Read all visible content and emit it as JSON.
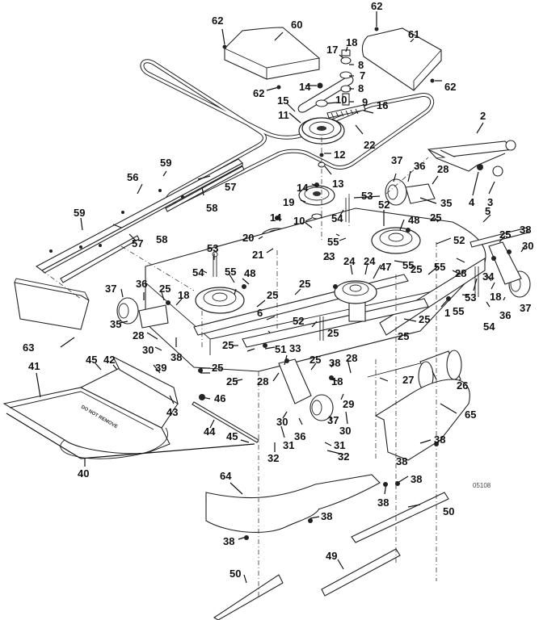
{
  "diagram": {
    "title": "Mower deck exploded parts diagram",
    "drawing_code": "05108",
    "decal_text": "DO NOT REMOVE",
    "callouts": [
      {
        "id": "c62a",
        "label": "62"
      },
      {
        "id": "c60",
        "label": "60"
      },
      {
        "id": "c62b",
        "label": "62"
      },
      {
        "id": "c61",
        "label": "61"
      },
      {
        "id": "c62c",
        "label": "62"
      },
      {
        "id": "c62d",
        "label": "62"
      },
      {
        "id": "c18a",
        "label": "18"
      },
      {
        "id": "c17",
        "label": "17"
      },
      {
        "id": "c8a",
        "label": "8"
      },
      {
        "id": "c7",
        "label": "7"
      },
      {
        "id": "c14a",
        "label": "14"
      },
      {
        "id": "c8b",
        "label": "8"
      },
      {
        "id": "c10a",
        "label": "10"
      },
      {
        "id": "c9",
        "label": "9"
      },
      {
        "id": "c15",
        "label": "15"
      },
      {
        "id": "c16",
        "label": "16"
      },
      {
        "id": "c11",
        "label": "11"
      },
      {
        "id": "c22",
        "label": "22"
      },
      {
        "id": "c12",
        "label": "12"
      },
      {
        "id": "c2",
        "label": "2"
      },
      {
        "id": "c13",
        "label": "13"
      },
      {
        "id": "c59a",
        "label": "59"
      },
      {
        "id": "c56",
        "label": "56"
      },
      {
        "id": "c57a",
        "label": "57"
      },
      {
        "id": "c58a",
        "label": "58"
      },
      {
        "id": "c59b",
        "label": "59"
      },
      {
        "id": "c57b",
        "label": "57"
      },
      {
        "id": "c58b",
        "label": "58"
      },
      {
        "id": "c37a",
        "label": "37"
      },
      {
        "id": "c36a",
        "label": "36"
      },
      {
        "id": "c28a",
        "label": "28"
      },
      {
        "id": "c4",
        "label": "4"
      },
      {
        "id": "c3",
        "label": "3"
      },
      {
        "id": "c35a",
        "label": "35"
      },
      {
        "id": "c14b",
        "label": "14"
      },
      {
        "id": "c19",
        "label": "19"
      },
      {
        "id": "c53a",
        "label": "53"
      },
      {
        "id": "c14c",
        "label": "14"
      },
      {
        "id": "c10b",
        "label": "10"
      },
      {
        "id": "c54a",
        "label": "54"
      },
      {
        "id": "c20",
        "label": "20"
      },
      {
        "id": "c21",
        "label": "21"
      },
      {
        "id": "c52a",
        "label": "52"
      },
      {
        "id": "c48a",
        "label": "48"
      },
      {
        "id": "c25a",
        "label": "25"
      },
      {
        "id": "c5",
        "label": "5"
      },
      {
        "id": "c38a",
        "label": "38"
      },
      {
        "id": "c25b",
        "label": "25"
      },
      {
        "id": "c30a",
        "label": "30"
      },
      {
        "id": "c52b",
        "label": "52"
      },
      {
        "id": "c55a",
        "label": "55"
      },
      {
        "id": "c53b",
        "label": "53"
      },
      {
        "id": "c54b",
        "label": "54"
      },
      {
        "id": "c55b",
        "label": "55"
      },
      {
        "id": "c23",
        "label": "23"
      },
      {
        "id": "c24a",
        "label": "24"
      },
      {
        "id": "c24b",
        "label": "24"
      },
      {
        "id": "c47",
        "label": "47"
      },
      {
        "id": "c55c",
        "label": "55"
      },
      {
        "id": "c28b",
        "label": "28"
      },
      {
        "id": "c34",
        "label": "34"
      },
      {
        "id": "c18b",
        "label": "18"
      },
      {
        "id": "c37b",
        "label": "37"
      },
      {
        "id": "c36b",
        "label": "36"
      },
      {
        "id": "c53c",
        "label": "53"
      },
      {
        "id": "c55d",
        "label": "55"
      },
      {
        "id": "c54c",
        "label": "54"
      },
      {
        "id": "c55e",
        "label": "55"
      },
      {
        "id": "c25c",
        "label": "25"
      },
      {
        "id": "c1",
        "label": "1"
      },
      {
        "id": "c37c",
        "label": "37"
      },
      {
        "id": "c36c",
        "label": "36"
      },
      {
        "id": "c25d",
        "label": "25"
      },
      {
        "id": "c18c",
        "label": "18"
      },
      {
        "id": "c35b",
        "label": "35"
      },
      {
        "id": "c28c",
        "label": "28"
      },
      {
        "id": "c38b",
        "label": "38"
      },
      {
        "id": "c30b",
        "label": "30"
      },
      {
        "id": "c48b",
        "label": "48"
      },
      {
        "id": "c25e",
        "label": "25"
      },
      {
        "id": "c25f",
        "label": "25"
      },
      {
        "id": "c6",
        "label": "6"
      },
      {
        "id": "c52c",
        "label": "52"
      },
      {
        "id": "c25g",
        "label": "25"
      },
      {
        "id": "c25h",
        "label": "25"
      },
      {
        "id": "c25i",
        "label": "25"
      },
      {
        "id": "c51",
        "label": "51"
      },
      {
        "id": "c33",
        "label": "33"
      },
      {
        "id": "c25j",
        "label": "25"
      },
      {
        "id": "c25k",
        "label": "25"
      },
      {
        "id": "c63",
        "label": "63"
      },
      {
        "id": "c45a",
        "label": "45"
      },
      {
        "id": "c42",
        "label": "42"
      },
      {
        "id": "c39",
        "label": "39"
      },
      {
        "id": "c25l",
        "label": "25"
      },
      {
        "id": "c25m",
        "label": "25"
      },
      {
        "id": "c28d",
        "label": "28"
      },
      {
        "id": "c38c",
        "label": "38"
      },
      {
        "id": "c18d",
        "label": "18"
      },
      {
        "id": "c28e",
        "label": "28"
      },
      {
        "id": "c27",
        "label": "27"
      },
      {
        "id": "c26",
        "label": "26"
      },
      {
        "id": "c41",
        "label": "41"
      },
      {
        "id": "c43",
        "label": "43"
      },
      {
        "id": "c46",
        "label": "46"
      },
      {
        "id": "c29",
        "label": "29"
      },
      {
        "id": "c30c",
        "label": "30"
      },
      {
        "id": "c37d",
        "label": "37"
      },
      {
        "id": "c36d",
        "label": "36"
      },
      {
        "id": "c30d",
        "label": "30"
      },
      {
        "id": "c65",
        "label": "65"
      },
      {
        "id": "c44",
        "label": "44"
      },
      {
        "id": "c45b",
        "label": "45"
      },
      {
        "id": "c31a",
        "label": "31"
      },
      {
        "id": "c31b",
        "label": "31"
      },
      {
        "id": "c38d",
        "label": "38"
      },
      {
        "id": "c32a",
        "label": "32"
      },
      {
        "id": "c32b",
        "label": "32"
      },
      {
        "id": "c40",
        "label": "40"
      },
      {
        "id": "c64",
        "label": "64"
      },
      {
        "id": "c38e",
        "label": "38"
      },
      {
        "id": "c38f",
        "label": "38"
      },
      {
        "id": "c38g",
        "label": "38"
      },
      {
        "id": "c50a",
        "label": "50"
      },
      {
        "id": "c38h",
        "label": "38"
      },
      {
        "id": "c38i",
        "label": "38"
      },
      {
        "id": "c50b",
        "label": "50"
      },
      {
        "id": "c49",
        "label": "49"
      }
    ]
  }
}
